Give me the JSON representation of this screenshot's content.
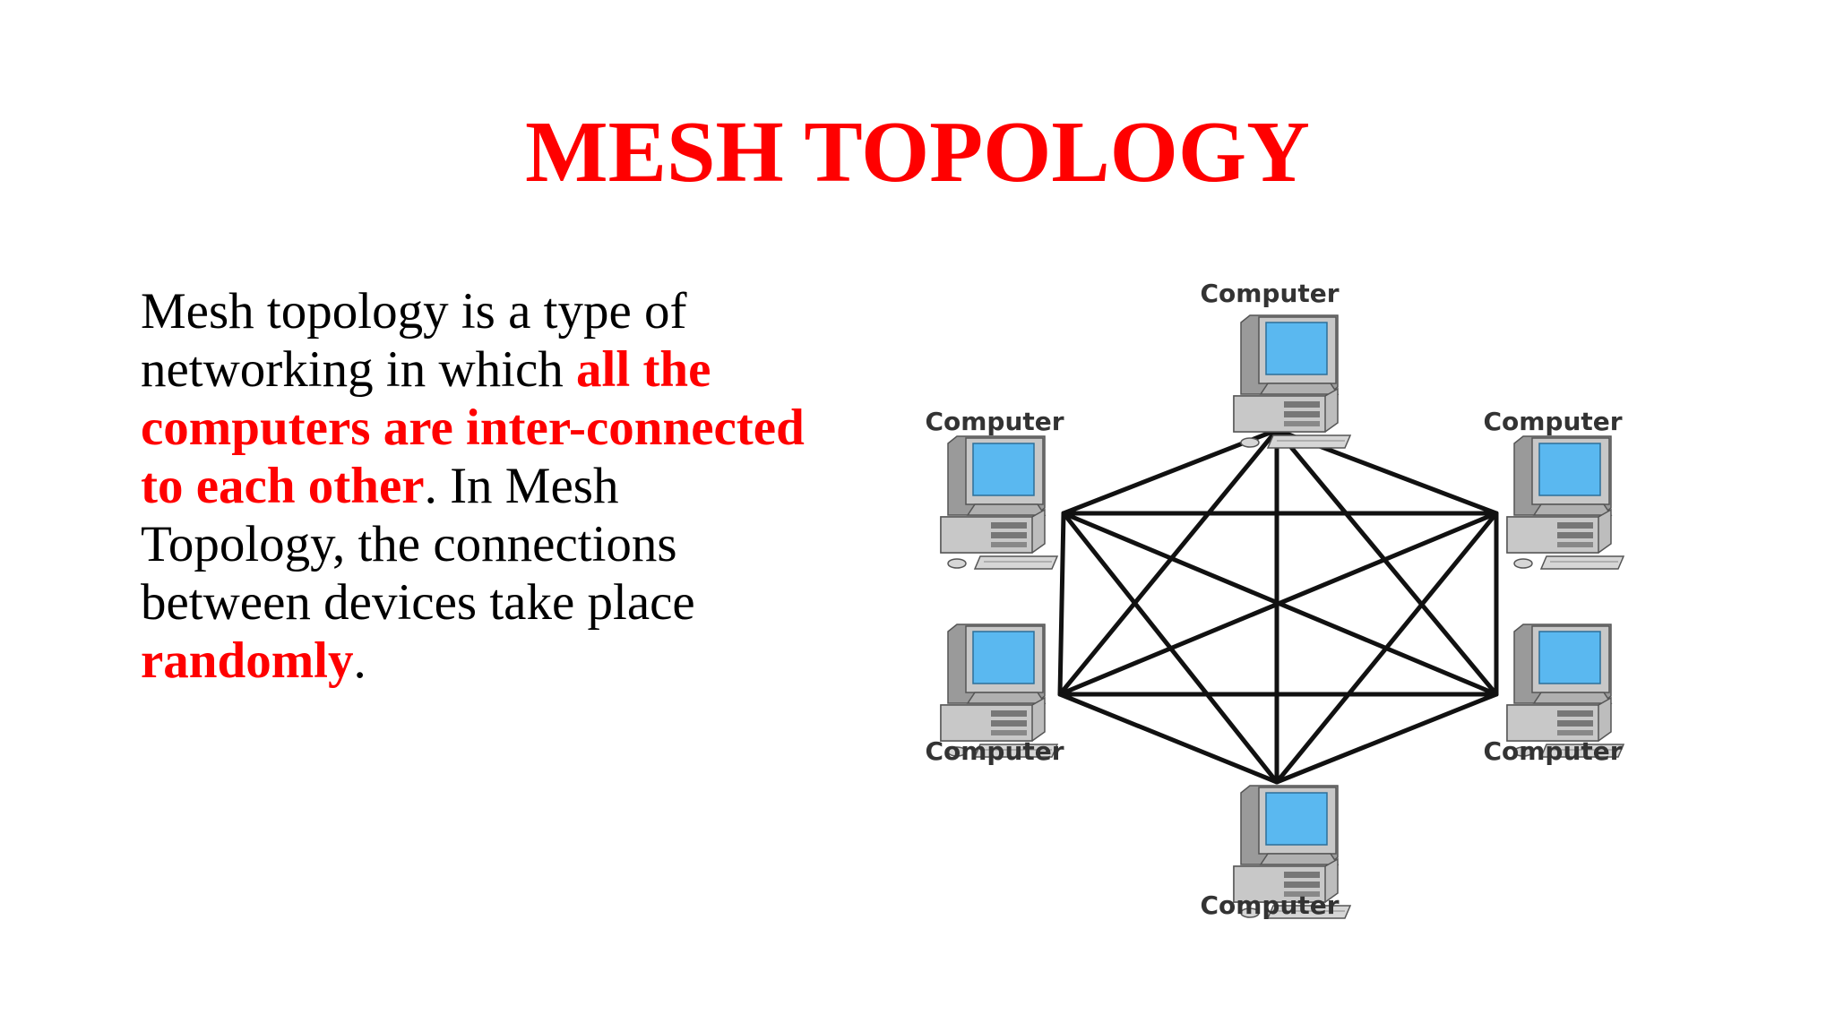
{
  "slide": {
    "title": "MESH TOPOLOGY",
    "text_colors": {
      "normal": "#000000",
      "highlight": "#ff0000"
    },
    "paragraph": {
      "seg1": "Mesh topology is a type of networking in which ",
      "seg2": "all the computers are inter-connected to each other",
      "seg3": ". In Mesh Topology, the connections between devices take place ",
      "seg4": "randomly",
      "seg5": "."
    }
  },
  "diagram": {
    "nodes": [
      {
        "id": "top",
        "label": "Computer",
        "icon": "computer-icon"
      },
      {
        "id": "upper-left",
        "label": "Computer",
        "icon": "computer-icon"
      },
      {
        "id": "upper-right",
        "label": "Computer",
        "icon": "computer-icon"
      },
      {
        "id": "lower-left",
        "label": "Computer",
        "icon": "computer-icon"
      },
      {
        "id": "lower-right",
        "label": "Computer",
        "icon": "computer-icon"
      },
      {
        "id": "bottom",
        "label": "Computer",
        "icon": "computer-icon"
      }
    ],
    "edges": [
      [
        "top",
        "upper-left"
      ],
      [
        "top",
        "upper-right"
      ],
      [
        "top",
        "lower-left"
      ],
      [
        "top",
        "lower-right"
      ],
      [
        "top",
        "bottom"
      ],
      [
        "upper-left",
        "upper-right"
      ],
      [
        "upper-left",
        "lower-left"
      ],
      [
        "upper-left",
        "lower-right"
      ],
      [
        "upper-left",
        "bottom"
      ],
      [
        "upper-right",
        "lower-left"
      ],
      [
        "upper-right",
        "lower-right"
      ],
      [
        "upper-right",
        "bottom"
      ],
      [
        "lower-left",
        "lower-right"
      ],
      [
        "lower-left",
        "bottom"
      ],
      [
        "lower-right",
        "bottom"
      ]
    ],
    "colors": {
      "screen": "#5ab8f0",
      "case": "#c8c8c8",
      "line": "#111111"
    }
  }
}
